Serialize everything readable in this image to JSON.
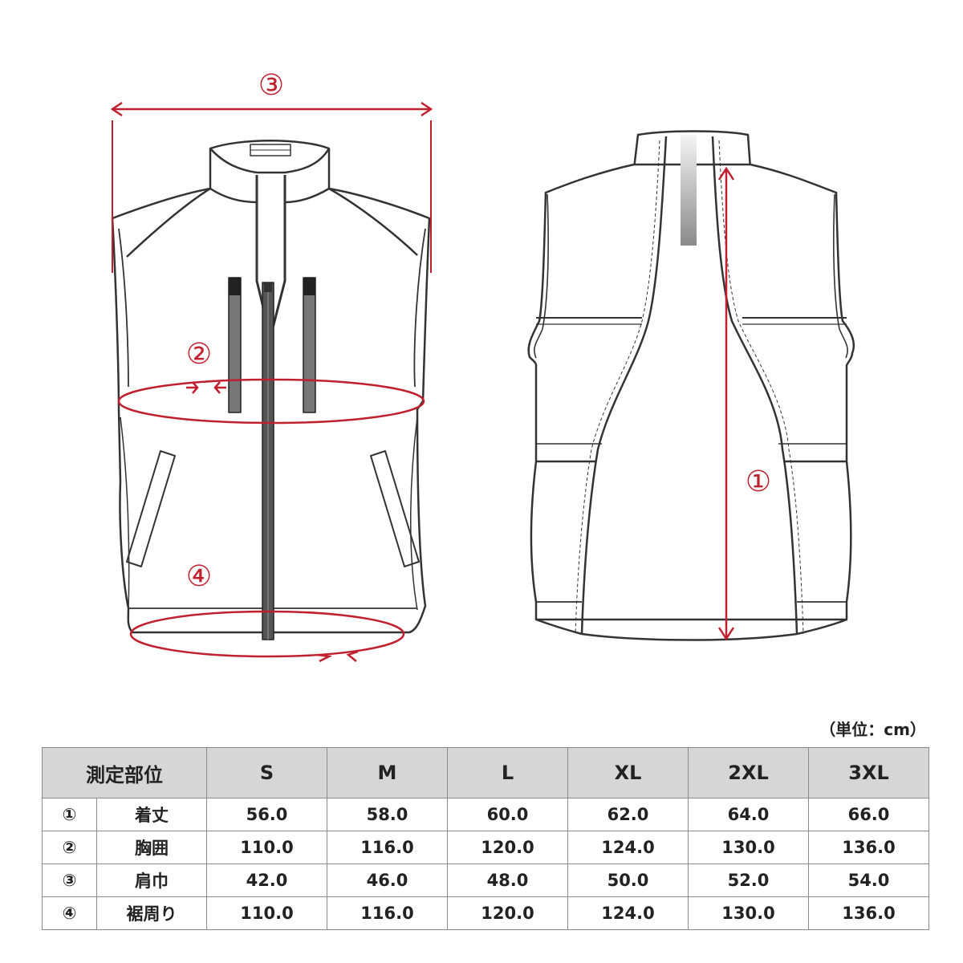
{
  "diagram": {
    "accent_color": "#c0202e",
    "markers": {
      "front_shoulder": "③",
      "front_chest": "②",
      "front_hem": "④",
      "back_length": "①"
    }
  },
  "unit_label": "（単位：cm）",
  "table": {
    "header_label": "測定部位",
    "sizes": [
      "S",
      "M",
      "L",
      "XL",
      "2XL",
      "3XL"
    ],
    "rows": [
      {
        "num": "①",
        "name": "着丈",
        "values": [
          "56.0",
          "58.0",
          "60.0",
          "62.0",
          "64.0",
          "66.0"
        ]
      },
      {
        "num": "②",
        "name": "胸囲",
        "values": [
          "110.0",
          "116.0",
          "120.0",
          "124.0",
          "130.0",
          "136.0"
        ]
      },
      {
        "num": "③",
        "name": "肩巾",
        "values": [
          "42.0",
          "46.0",
          "48.0",
          "50.0",
          "52.0",
          "54.0"
        ]
      },
      {
        "num": "④",
        "name": "裾周り",
        "values": [
          "110.0",
          "116.0",
          "120.0",
          "124.0",
          "130.0",
          "136.0"
        ]
      }
    ]
  }
}
